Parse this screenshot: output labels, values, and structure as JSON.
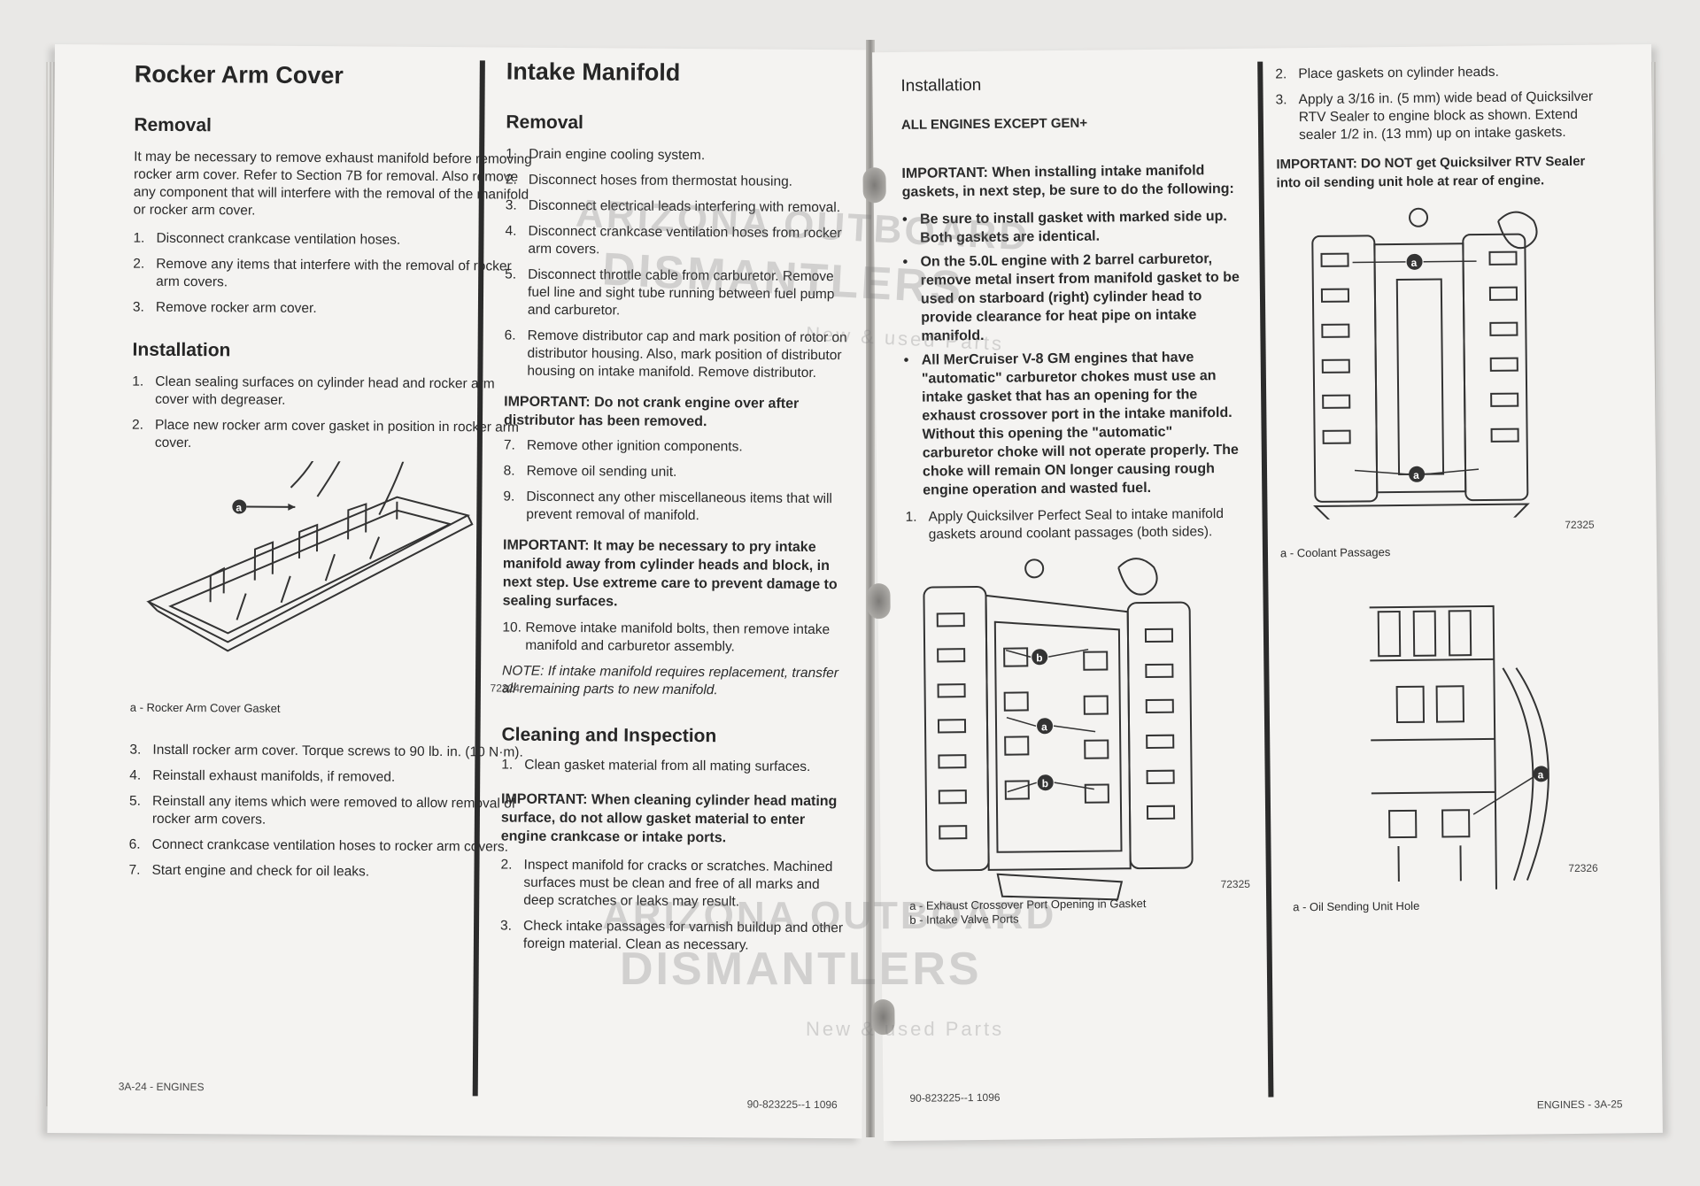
{
  "left_page": {
    "col1": {
      "title": "Rocker Arm Cover",
      "removal_heading": "Removal",
      "removal_intro": "It may be necessary to remove exhaust manifold before removing rocker arm cover. Refer to Section 7B for removal. Also remove any component that will interfere with the removal of the manifold or rocker arm cover.",
      "removal_steps": [
        {
          "n": "1.",
          "text": "Disconnect crankcase ventilation hoses."
        },
        {
          "n": "2.",
          "text": "Remove any items that interfere with the removal of rocker arm covers."
        },
        {
          "n": "3.",
          "text": "Remove rocker arm cover."
        }
      ],
      "install_heading": "Installation",
      "install_steps_a": [
        {
          "n": "1.",
          "text": "Clean sealing surfaces on cylinder head and rocker arm cover with degreaser."
        },
        {
          "n": "2.",
          "text": "Place new rocker arm cover gasket in position in rocker arm cover."
        }
      ],
      "figure_callout": "a",
      "figure_number": "72324",
      "figure_caption": "a - Rocker Arm Cover Gasket",
      "install_steps_b": [
        {
          "n": "3.",
          "text": "Install rocker arm cover. Torque screws to 90 lb. in. (10 N·m)."
        },
        {
          "n": "4.",
          "text": "Reinstall exhaust manifolds, if removed."
        },
        {
          "n": "5.",
          "text": "Reinstall any items which were removed to allow removal of rocker arm covers."
        },
        {
          "n": "6.",
          "text": "Connect crankcase ventilation hoses to rocker arm covers."
        },
        {
          "n": "7.",
          "text": "Start engine and check for oil leaks."
        }
      ],
      "footer": "3A-24 - ENGINES"
    },
    "col2": {
      "title": "Intake Manifold",
      "removal_heading": "Removal",
      "removal_steps": [
        {
          "n": "1.",
          "text": "Drain engine cooling system."
        },
        {
          "n": "2.",
          "text": "Disconnect hoses from thermostat housing."
        },
        {
          "n": "3.",
          "text": "Disconnect electrical leads interfering with removal."
        },
        {
          "n": "4.",
          "text": "Disconnect crankcase ventilation hoses from rocker arm covers."
        },
        {
          "n": "5.",
          "text": "Disconnect throttle cable from carburetor. Remove fuel line and sight tube running between fuel pump and carburetor."
        },
        {
          "n": "6.",
          "text": "Remove distributor cap and mark position of rotor on distributor housing. Also, mark position of distributor housing on intake manifold. Remove distributor."
        }
      ],
      "important_1": "IMPORTANT: Do not crank engine over after distributor has been removed.",
      "removal_steps_b": [
        {
          "n": "7.",
          "text": "Remove other ignition components."
        },
        {
          "n": "8.",
          "text": "Remove oil sending unit."
        },
        {
          "n": "9.",
          "text": "Disconnect any other miscellaneous items that will prevent removal of manifold."
        }
      ],
      "important_2": "IMPORTANT: It may be necessary to pry intake manifold away from cylinder heads and block, in next step. Use extreme care to prevent damage to sealing surfaces.",
      "removal_steps_c": [
        {
          "n": "10.",
          "text": "Remove intake manifold bolts, then remove intake manifold and carburetor assembly."
        }
      ],
      "note": "NOTE: If intake manifold requires replacement, transfer all remaining parts to new manifold.",
      "cleaning_heading": "Cleaning and Inspection",
      "cleaning_steps_a": [
        {
          "n": "1.",
          "text": "Clean gasket material from all mating surfaces."
        }
      ],
      "important_3": "IMPORTANT: When cleaning cylinder head mating surface, do not allow gasket material to enter engine crankcase or intake ports.",
      "cleaning_steps_b": [
        {
          "n": "2.",
          "text": "Inspect manifold for cracks or scratches. Machined surfaces must be clean and free of all marks and deep scratches or leaks may result."
        },
        {
          "n": "3.",
          "text": "Check intake passages for varnish buildup and other foreign material. Clean as necessary."
        }
      ],
      "footer": "90-823225--1 1096"
    }
  },
  "right_page": {
    "col1": {
      "heading": "Installation",
      "subheading": "ALL ENGINES EXCEPT GEN+",
      "important": "IMPORTANT: When installing intake manifold gaskets, in next step, be sure to do the following:",
      "bullets": [
        "Be sure to install gasket with marked side up. Both gaskets are identical.",
        "On the 5.0L engine with 2 barrel carburetor, remove metal insert from manifold gasket to be used on starboard (right) cylinder head to provide clearance for heat pipe on intake manifold.",
        "All MerCruiser V-8 GM engines that have \"automatic\" carburetor chokes must use an intake gasket that has an opening for the exhaust crossover port in the intake manifold. Without this opening the \"automatic\" carburetor choke will not operate properly. The choke will remain ON longer causing rough engine operation and wasted fuel."
      ],
      "steps": [
        {
          "n": "1.",
          "text": "Apply Quicksilver Perfect Seal to intake manifold gaskets around coolant passages (both sides)."
        }
      ],
      "figure_callouts": [
        "b",
        "a",
        "b"
      ],
      "figure_number": "72325",
      "figure_caption_a": "a - Exhaust Crossover Port Opening in Gasket",
      "figure_caption_b": "b - Intake Valve Ports",
      "footer": "90-823225--1 1096"
    },
    "col2": {
      "steps": [
        {
          "n": "2.",
          "text": "Place gaskets on cylinder heads."
        },
        {
          "n": "3.",
          "text": "Apply a 3/16 in. (5 mm) wide bead of Quicksilver RTV Sealer to engine block as shown. Extend sealer 1/2 in. (13 mm) up on intake gaskets."
        }
      ],
      "important": "IMPORTANT: DO NOT get Quicksilver RTV Sealer into oil sending unit hole at rear of engine.",
      "figure1_callouts": [
        "a",
        "a"
      ],
      "figure1_number": "72325",
      "figure1_caption": "a - Coolant Passages",
      "figure2_callout": "a",
      "figure2_number": "72326",
      "figure2_caption": "a - Oil Sending Unit Hole",
      "footer": "ENGINES - 3A-25"
    }
  },
  "watermarks": {
    "line1": "ARIZONA OUTBOARD",
    "line2": "DISMANTLERS",
    "line3": "New & used Parts"
  },
  "colors": {
    "paper": "#f4f3f1",
    "ink": "#2a2a2a",
    "rule": "#2b2b2b",
    "watermark_accent": "#e8a04a"
  }
}
